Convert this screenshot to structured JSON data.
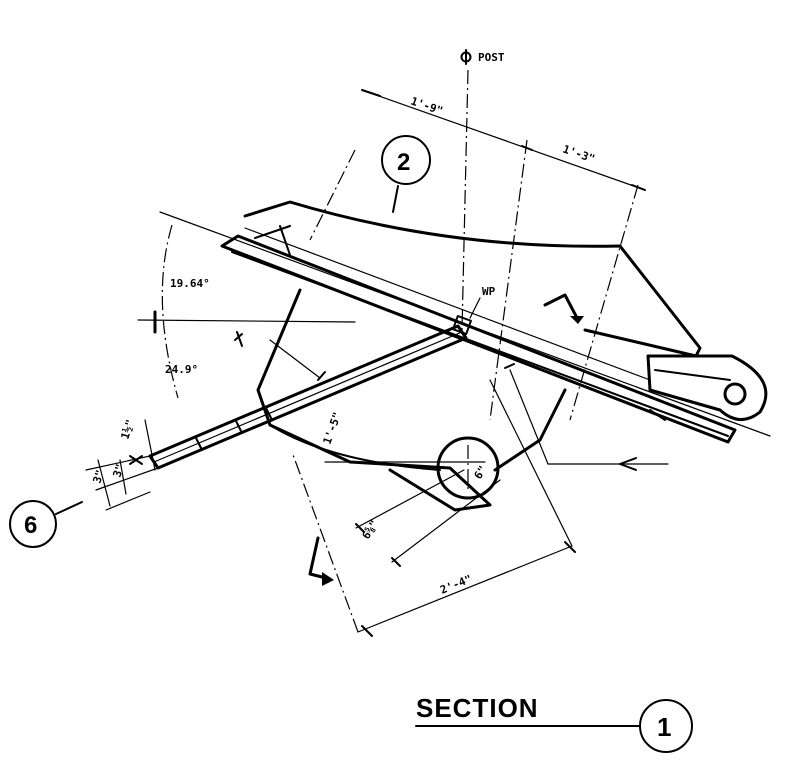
{
  "labels": {
    "post": "POST",
    "wp": "WP",
    "angle_upper": "19.64°",
    "angle_lower": "24.9°",
    "dim_top_left": "1'-9\"",
    "dim_top_right": "1'-3\"",
    "dim_vertical": "1'-5\"",
    "dim_bottom": "2'-4\"",
    "dim_six_five_eighths": "6⅝\"",
    "dim_six": "6\"",
    "dim_one_half": "1½\"",
    "dim_three_a": "3\"",
    "dim_three_b": "3\"",
    "callout_2": "2",
    "callout_6": "6",
    "section_label": "SECTION",
    "section_number": "1"
  },
  "colors": {
    "ink": "#000000",
    "paper": "#ffffff"
  },
  "icons": {
    "centerline_symbol": "centerline-symbol-icon"
  }
}
